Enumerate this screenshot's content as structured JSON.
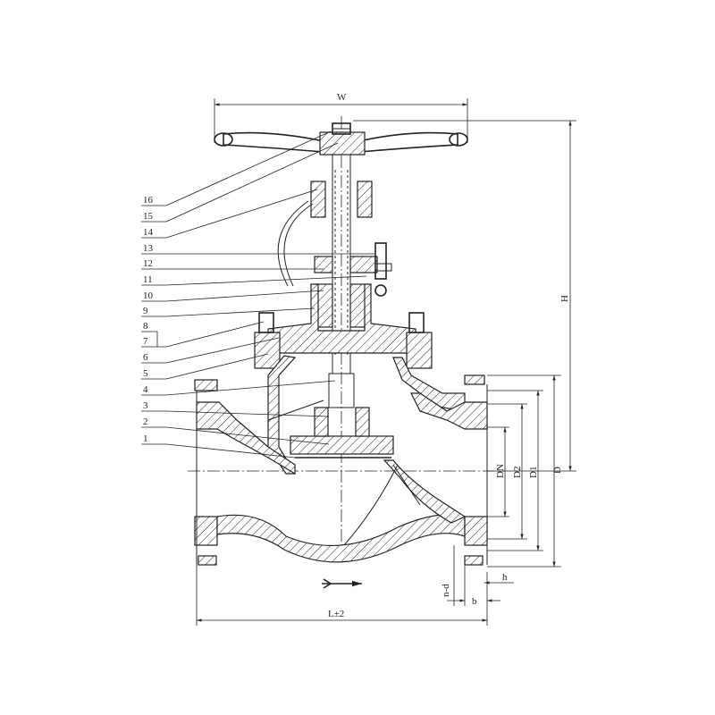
{
  "part_numbers": [
    "16",
    "15",
    "14",
    "13",
    "12",
    "11",
    "10",
    "9",
    "8",
    "7",
    "6",
    "5",
    "4",
    "3",
    "2",
    "1"
  ],
  "dimensions": {
    "W": "W",
    "H": "H",
    "D": "D",
    "D1": "D1",
    "D2": "D2",
    "DN": "DN",
    "L": "L±2",
    "n_d": "n-d",
    "b": "b",
    "h": "h"
  },
  "colors": {
    "line": "#222222",
    "background": "#ffffff"
  }
}
